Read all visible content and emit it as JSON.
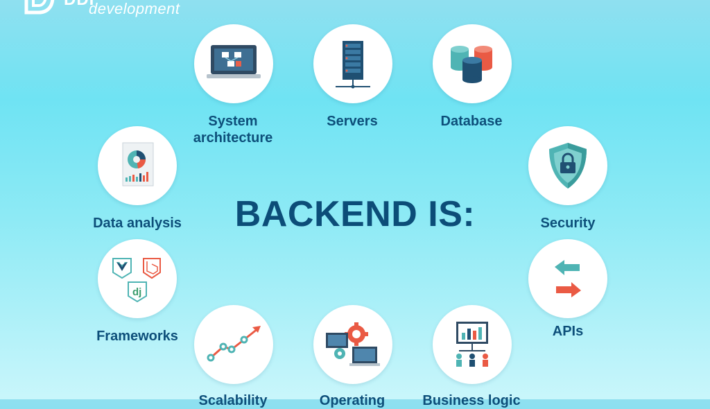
{
  "brand": {
    "name": "DDI",
    "sub": "development"
  },
  "title": "BACKEND IS:",
  "items": {
    "system_architecture": "System\narchitecture",
    "servers": "Servers",
    "database": "Database",
    "data_analysis": "Data analysis",
    "security": "Security",
    "frameworks": "Frameworks",
    "apis": "APIs",
    "scalability": "Scalability",
    "operating": "Operating",
    "business_logic": "Business logic"
  },
  "colors": {
    "title": "#0c4d78",
    "teal": "#4fb4b4",
    "red": "#ea5a44",
    "navy": "#1f5a7e"
  }
}
